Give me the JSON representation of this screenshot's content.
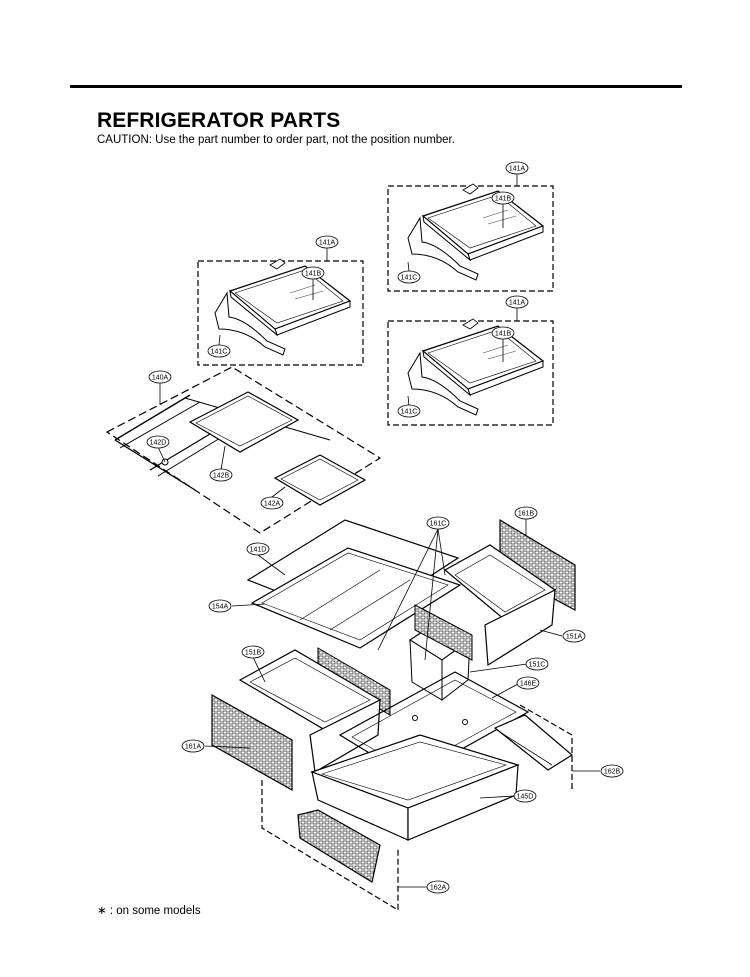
{
  "header": {
    "title": "REFRIGERATOR PARTS",
    "caution": "CAUTION: Use the part number to order part, not the position number."
  },
  "footer": {
    "note": "∗ : on some models"
  },
  "callouts": {
    "c141A_1": "141A",
    "c141B_1": "141B",
    "c141C_1": "141C",
    "c141A_2": "141A",
    "c141B_2": "141B",
    "c141C_2": "141C",
    "c141A_3": "141A",
    "c141B_3": "141B",
    "c141C_3": "141C",
    "c140A": "140A",
    "c142D": "142D",
    "c142B": "142B",
    "c142A": "142A",
    "c161C": "161C",
    "c161B": "161B",
    "c141D": "141D",
    "c154A": "154A",
    "c151A": "151A",
    "c151B": "151B",
    "c151C": "151C",
    "c146E": "146E",
    "c161A": "161A",
    "c162B": "162B",
    "c145D": "145D",
    "c162A": "162A"
  }
}
